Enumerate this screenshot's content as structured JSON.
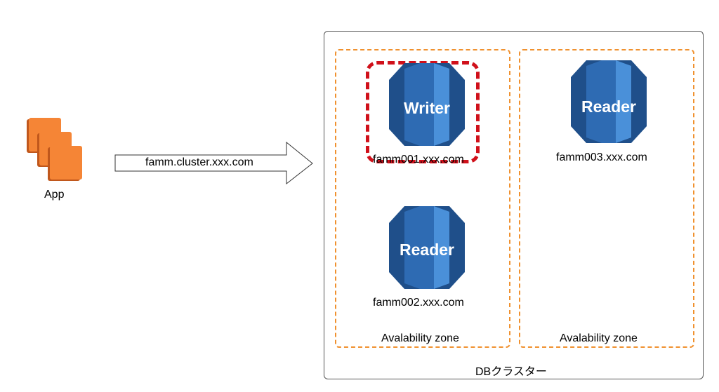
{
  "app": {
    "label": "App"
  },
  "connection": {
    "endpoint": "famm.cluster.xxx.com"
  },
  "cluster": {
    "label": "DBクラスター"
  },
  "zones": [
    {
      "label": "Avalability zone"
    },
    {
      "label": "Avalability zone"
    }
  ],
  "instances": [
    {
      "role": "Writer",
      "host": "famm001.xxx.com"
    },
    {
      "role": "Reader",
      "host": "famm002.xxx.com"
    },
    {
      "role": "Reader",
      "host": "famm003.xxx.com"
    }
  ],
  "colors": {
    "db_dark": "#1f4f8a",
    "db_mid": "#2e6bb3",
    "db_light": "#4a90d9",
    "az_border": "#f0912f",
    "writer_highlight": "#d0101a",
    "app_dark": "#c0571c",
    "app_light": "#f58536"
  }
}
